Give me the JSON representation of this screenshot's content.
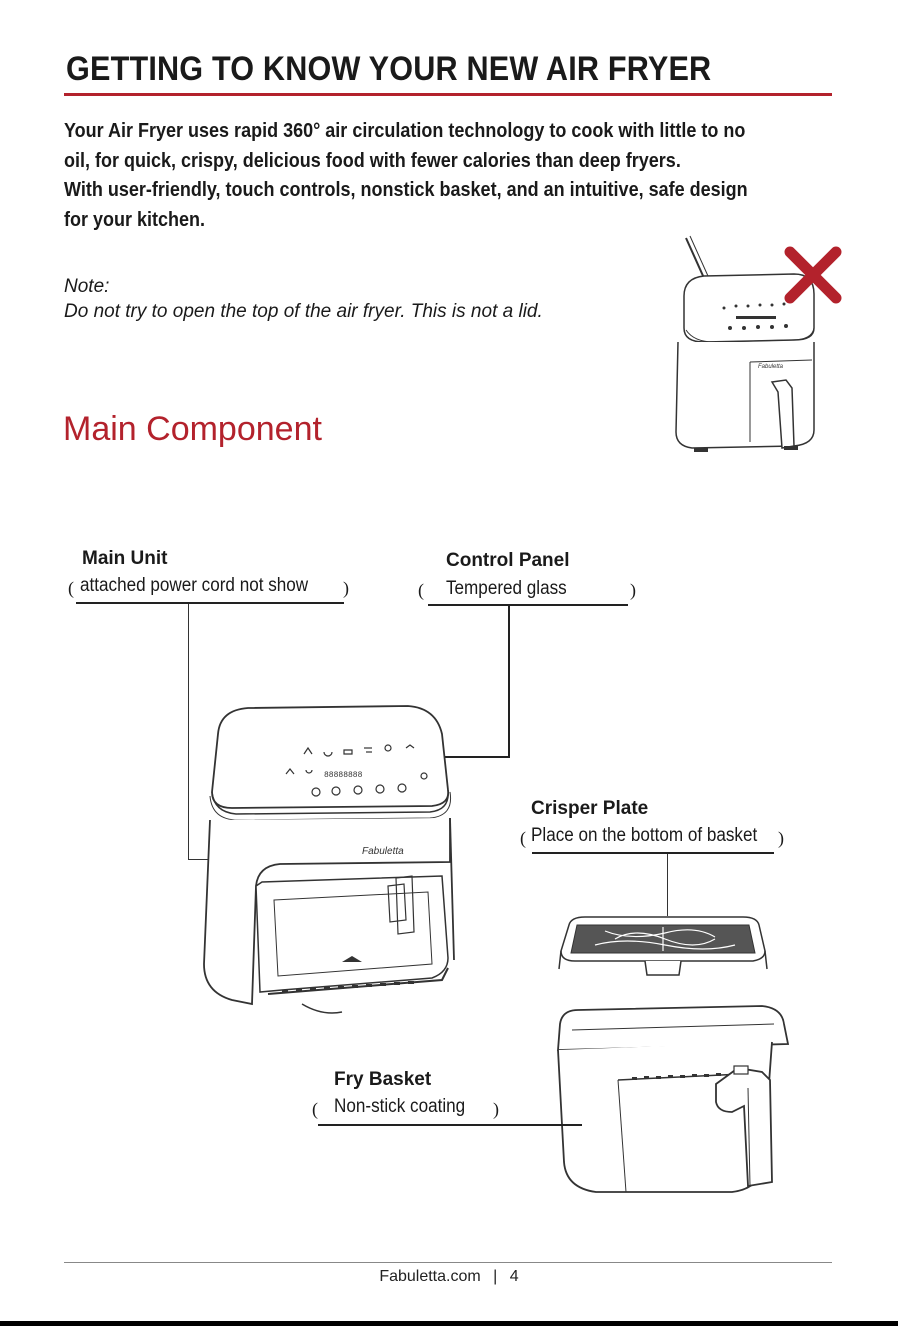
{
  "page": {
    "title": "GETTING TO KNOW YOUR NEW AIR FRYER",
    "intro_line1": "Your Air Fryer uses rapid 360° air circulation technology to cook with little to no",
    "intro_line2": "oil, for quick, crispy, delicious food with fewer calories than deep fryers.",
    "intro_line3": "With user-friendly, touch controls, nonstick basket, and an intuitive, safe design",
    "intro_line4": "for your kitchen.",
    "note_label": "Note:",
    "note_text": "Do not try to open the top of the air fryer. This is not a lid.",
    "section_title": "Main Component",
    "brand_on_unit": "Fabuletta"
  },
  "components": {
    "main_unit": {
      "label": "Main Unit",
      "sub": "attached power cord not show"
    },
    "control_panel": {
      "label": "Control Panel",
      "sub": "Tempered glass"
    },
    "crisper_plate": {
      "label": "Crisper Plate",
      "sub": "Place on the bottom of basket"
    },
    "fry_basket": {
      "label": "Fry Basket",
      "sub": "Non-stick coating"
    }
  },
  "footer": {
    "site": "Fabuletta.com",
    "separator": "|",
    "page_number": "4"
  },
  "colors": {
    "accent": "#b3222c",
    "forbidden_mark": "#b3222c"
  },
  "icons": {
    "forbidden": "cross-mark-icon"
  }
}
